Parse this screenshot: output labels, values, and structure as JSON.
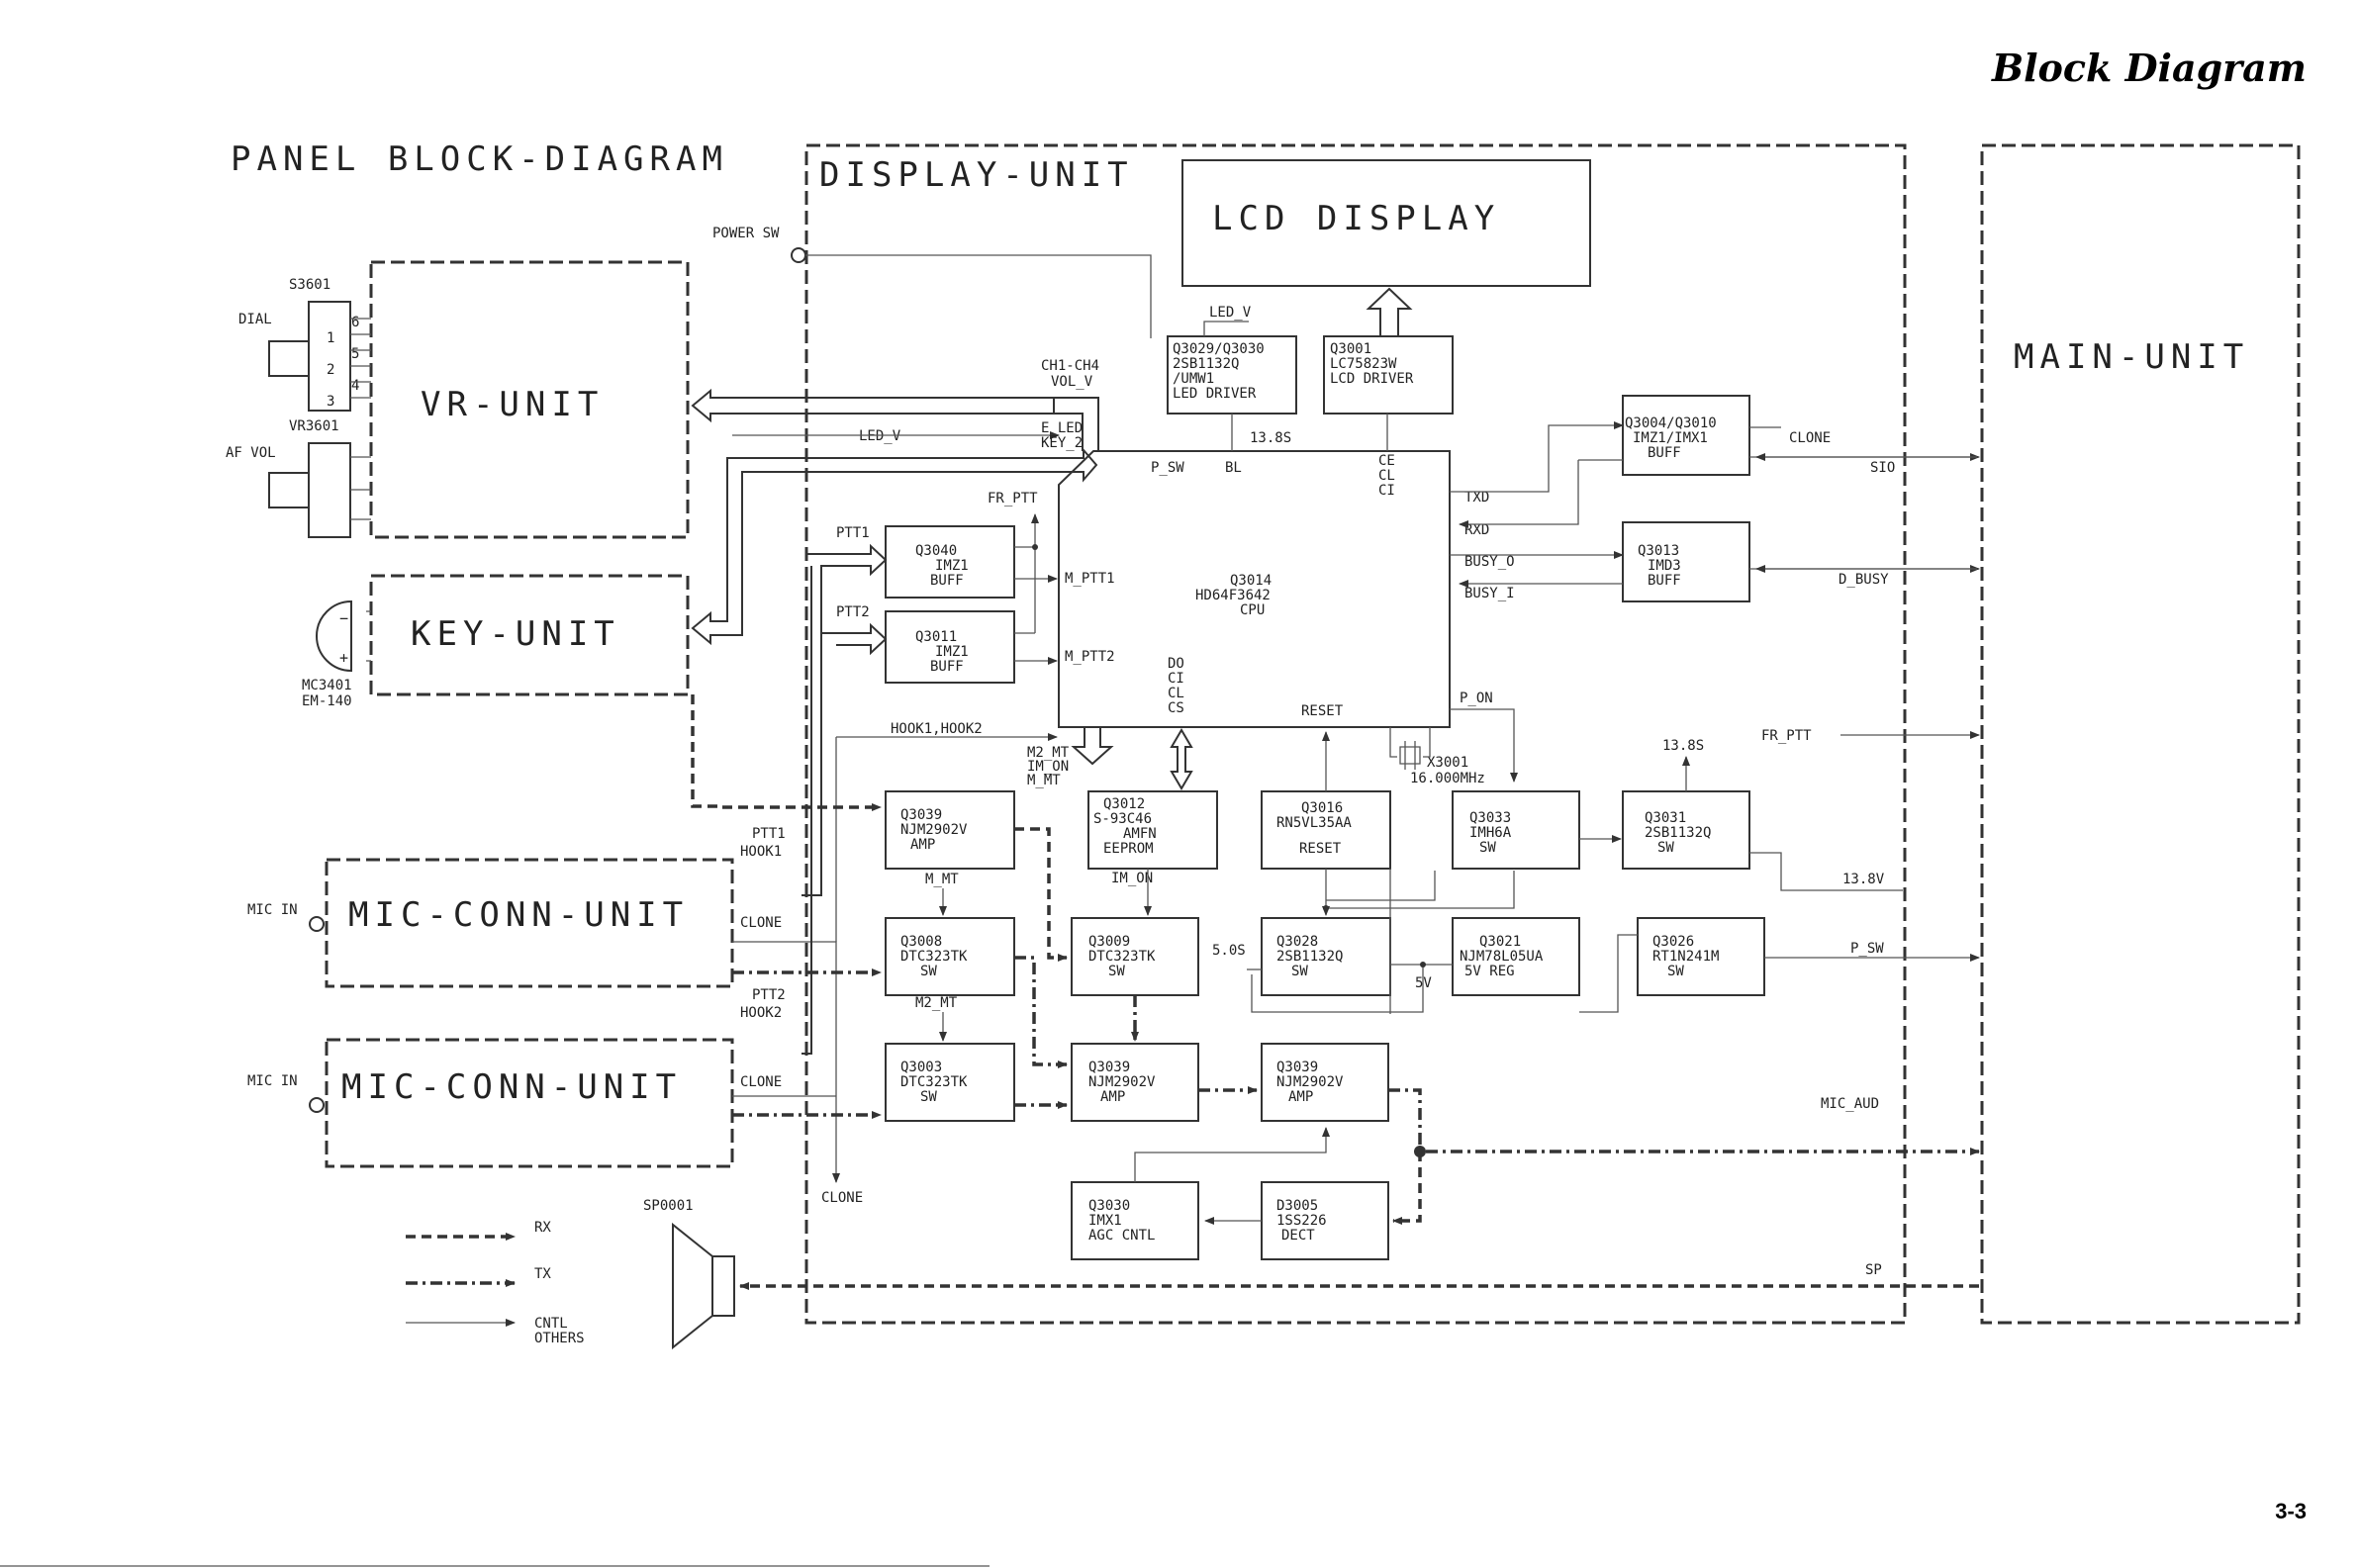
{
  "header": {
    "title": "Block Diagram",
    "page_number": "3-3"
  },
  "diagram": {
    "panel_title": "PANEL BLOCK-DIAGRAM",
    "display_unit": "DISPLAY-UNIT",
    "main_unit": "MAIN-UNIT",
    "lcd_display": "LCD DISPLAY",
    "vr_unit": "VR-UNIT",
    "key_unit": "KEY-UNIT",
    "mic_conn_unit": "MIC-CONN-UNIT",
    "power_sw": "POWER SW",
    "s3601": "S3601",
    "dial": "DIAL",
    "vr3601": "VR3601",
    "af_vol": "AF VOL",
    "mc3401": "MC3401",
    "em140": "EM-140",
    "mic_in": "MIC IN",
    "sp0001": "SP0001",
    "pins": [
      "6",
      "1",
      "5",
      "2",
      "4",
      "3"
    ],
    "minus": "−",
    "plus": "+",
    "blocks": {
      "q3029": [
        "Q3029/Q3030",
        "2SB1132Q",
        "/UMW1",
        "LED DRIVER"
      ],
      "q3001": [
        "Q3001",
        "LC75823W",
        "LCD DRIVER"
      ],
      "q3004": [
        "Q3004/Q3010",
        "IMZ1/IMX1",
        "BUFF"
      ],
      "q3013": [
        "Q3013",
        "IMD3",
        "BUFF"
      ],
      "q3040": [
        "Q3040",
        "IMZ1",
        "BUFF"
      ],
      "q3011": [
        "Q3011",
        "IMZ1",
        "BUFF"
      ],
      "q3014": [
        "Q3014",
        "HD64F3642",
        "CPU"
      ],
      "q3039a": [
        "Q3039",
        "NJM2902V",
        "AMP"
      ],
      "q3012": [
        "Q3012",
        "S-93C46",
        "AMFN",
        "EEPROM"
      ],
      "q3016": [
        "Q3016",
        "RN5VL35AA",
        "RESET"
      ],
      "q3033": [
        "Q3033",
        "IMH6A",
        "SW"
      ],
      "q3031": [
        "Q3031",
        "2SB1132Q",
        "SW"
      ],
      "q3008": [
        "Q3008",
        "DTC323TK",
        "SW"
      ],
      "q3009": [
        "Q3009",
        "DTC323TK",
        "SW"
      ],
      "q3028": [
        "Q3028",
        "2SB1132Q",
        "SW"
      ],
      "q3021": [
        "Q3021",
        "NJM78L05UA",
        "5V REG"
      ],
      "q3026": [
        "Q3026",
        "RT1N241M",
        "SW"
      ],
      "q3003": [
        "Q3003",
        "DTC323TK",
        "SW"
      ],
      "q3039b": [
        "Q3039",
        "NJM2902V",
        "AMP"
      ],
      "q3039c": [
        "Q3039",
        "NJM2902V",
        "AMP"
      ],
      "q3030": [
        "Q3030",
        "IMX1",
        "AGC CNTL"
      ],
      "d3005": [
        "D3005",
        "1SS226",
        "DECT"
      ]
    },
    "signals": {
      "led_v": "LED_V",
      "ch1_ch4": "CH1-CH4",
      "vol_v": "VOL_V",
      "e_led": "E_LED",
      "key_2": "KEY_2",
      "v13_8s": "13.8S",
      "fr_ptt": "FR_PTT",
      "ptt1": "PTT1",
      "ptt2": "PTT2",
      "m_ptt1": "M_PTT1",
      "m_ptt2": "M_PTT2",
      "p_sw": "P_SW",
      "bl": "BL",
      "ce": "CE",
      "cl": "CL",
      "ci": "CI",
      "txd": "TXD",
      "rxd": "RXD",
      "busy_o": "BUSY_O",
      "busy_i": "BUSY_I",
      "clone": "CLONE",
      "sio": "SIO",
      "d_busy": "D_BUSY",
      "do": "DO",
      "cs": "CS",
      "reset": "RESET",
      "p_on": "P_ON",
      "hook1_hook2": "HOOK1,HOOK2",
      "m2_mt": "M2_MT",
      "im_on": "IM_ON",
      "m_mt": "M_MT",
      "x3001": "X3001",
      "xtal": "16.000MHz",
      "v13_8v": "13.8V",
      "v5_0s": "5.0S",
      "v5v": "5V",
      "hook1": "HOOK1",
      "hook2": "HOOK2",
      "mic_aud": "MIC_AUD",
      "sp": "SP"
    },
    "legend": {
      "rx": "RX",
      "tx": "TX",
      "cntl": "CNTL",
      "others": "OTHERS"
    }
  }
}
